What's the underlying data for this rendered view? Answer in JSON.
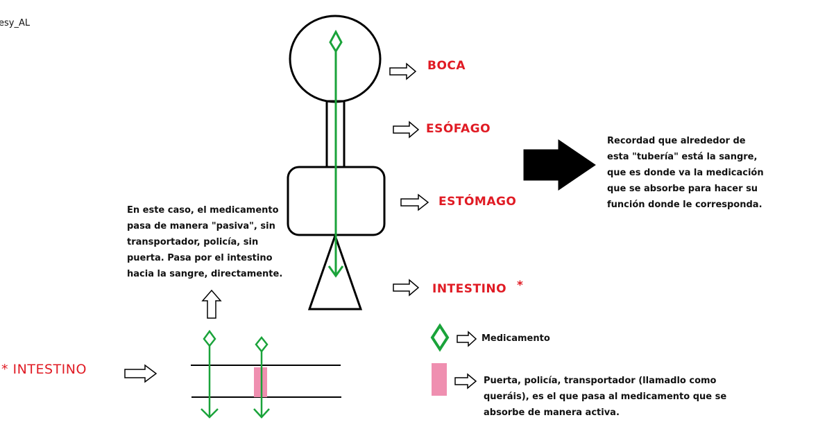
{
  "watermark": "esy_AL",
  "labels": {
    "boca": "BOCA",
    "esofago": "ESÓFAGO",
    "estomago": "ESTÓMAGO",
    "intestino": "INTESTINO",
    "intestino_mark": "*",
    "intestino_detail": "* INTESTINO"
  },
  "notes": {
    "sangre": [
      "Recordad que alrededor de",
      "esta \"tubería\" está la sangre,",
      "que es donde va la medicación",
      "que se absorbe para hacer su",
      "función donde le corresponda."
    ],
    "pasiva": [
      "En este caso, el medicamento",
      "pasa de manera \"pasiva\", sin",
      "transportador, policía, sin",
      "puerta. Pasa por el intestino",
      "hacia la sangre, directamente."
    ]
  },
  "legend": {
    "medicamento": "Medicamento",
    "puerta": [
      "Puerta, policía, transportador (llamadlo como",
      "queráis), es el que pasa al medicamento que se",
      "absorbe de manera activa."
    ]
  },
  "colors": {
    "text_red": "#e01b24",
    "drug_green": "#1aa33a",
    "transporter_pink": "#ef8fb0",
    "outline": "#000000"
  }
}
